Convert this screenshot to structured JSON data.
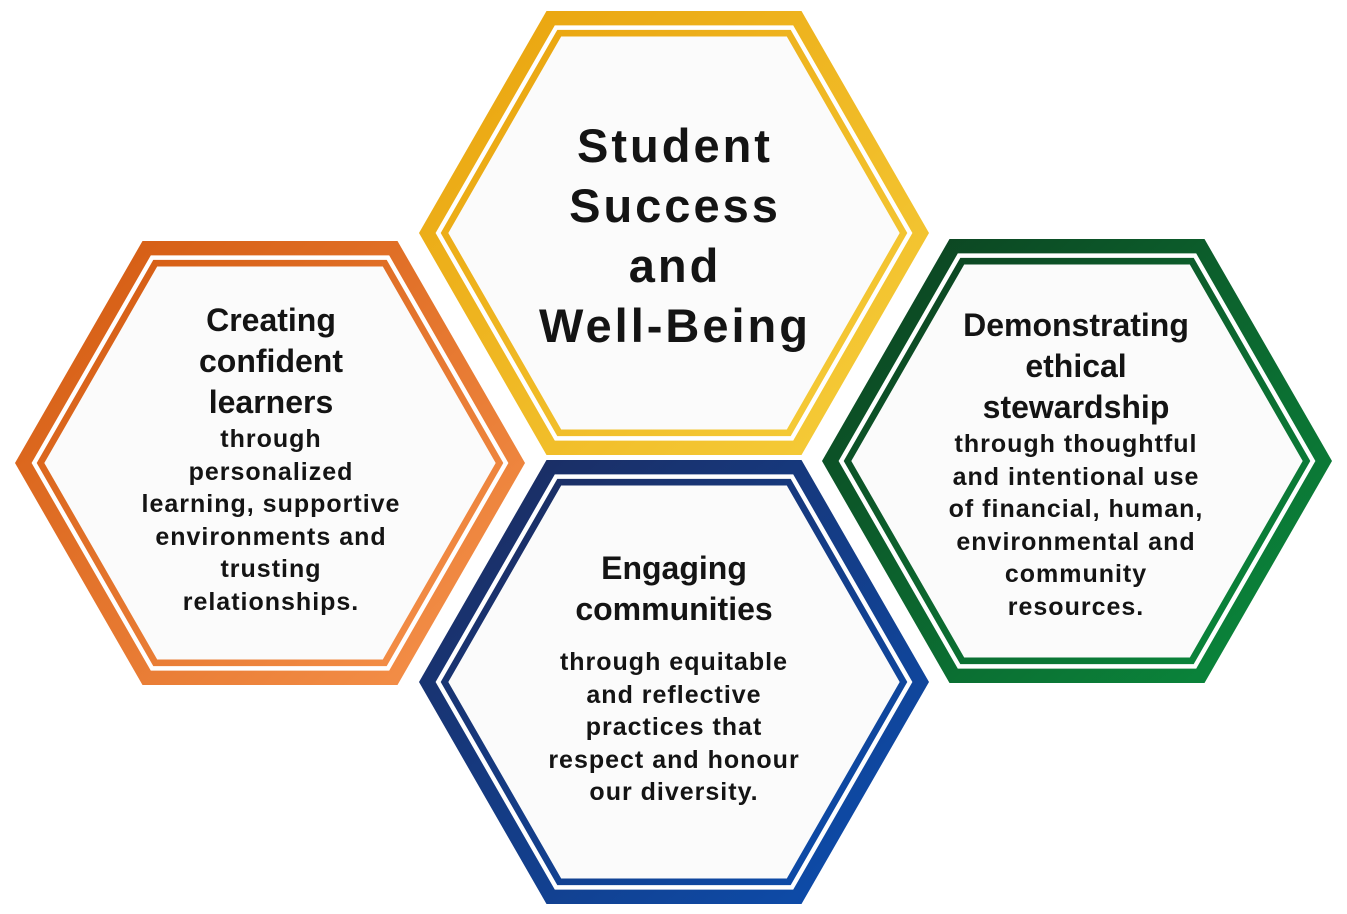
{
  "center": {
    "title_lines": [
      "Student",
      "Success",
      "and",
      "Well-Being"
    ]
  },
  "left": {
    "title_lines": [
      "Creating",
      "confident",
      "learners"
    ],
    "body_lines": [
      "through",
      "personalized",
      "learning, supportive",
      "environments and",
      "trusting",
      "relationships."
    ]
  },
  "right": {
    "title_lines": [
      "Demonstrating",
      "ethical",
      "stewardship"
    ],
    "body_lines": [
      "through thoughtful",
      "and intentional use",
      "of financial, human,",
      "environmental and",
      "community",
      "resources."
    ]
  },
  "bottom": {
    "title_lines": [
      "Engaging",
      "communities"
    ],
    "body_lines": [
      "through equitable",
      "and reflective",
      "practices that",
      "respect and honour",
      "our diversity."
    ]
  },
  "colors": {
    "center_gradient": [
      "#e9a20c",
      "#f6cf3c"
    ],
    "left_gradient": [
      "#d2580e",
      "#f7944e"
    ],
    "right_gradient": [
      "#0d3e1f",
      "#0a8d3e"
    ],
    "bottom_gradient": [
      "#1d2a5b",
      "#0b4fb2"
    ],
    "hex_fill": "#fbfbfb",
    "text": "#141414"
  }
}
